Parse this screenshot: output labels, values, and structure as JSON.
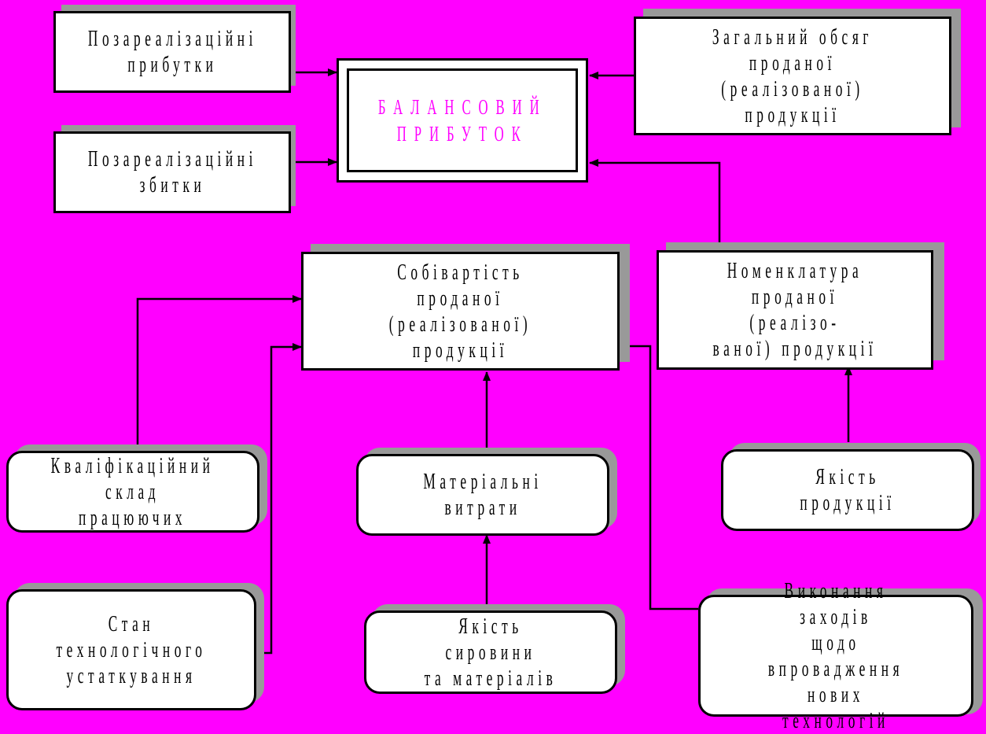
{
  "colors": {
    "background": "#ff00ff",
    "box": "#ffffff",
    "border": "#000000",
    "shadow": "#999999",
    "center_text": "#ff00ff"
  },
  "nodes": {
    "balance_profit": "БАЛАНСОВИЙ\nПРИБУТОК",
    "nonoperating_income": "Позареалізаційні\nприбутки",
    "nonoperating_losses": "Позареалізаційні\nзбитки",
    "total_sales_volume": "Загальний обсяг\nпроданої (реалізованої)\nпродукції",
    "cost_of_sales": "Собівартість проданої\n(реалізованої)\nпродукції",
    "product_nomenclature": "Номенклатура\nпроданої (реалізо-\nваної) продукції",
    "workforce_qualification": "Кваліфікаційний\nсклад працюючих",
    "material_costs": "Матеріальні\nвитрати",
    "product_quality": "Якість продукції",
    "equipment_condition": "Стан\nтехнологічного\nустаткування",
    "raw_material_quality": "Якість сировини\nта матеріалів",
    "new_tech_measures": "Виконання заходів\nщодо впровадження\nнових технологій"
  }
}
